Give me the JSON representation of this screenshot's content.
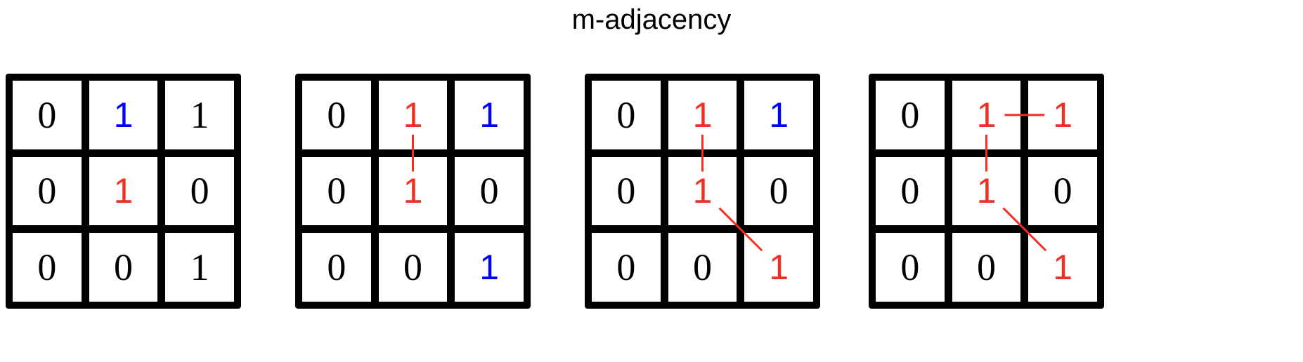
{
  "title": "m-adjacency",
  "colors": {
    "black": "#000000",
    "red": "#ee3124",
    "blue": "#0000ff",
    "background": "#ffffff",
    "grid_line": "#000000"
  },
  "grids": [
    {
      "name": "grid-1",
      "caption": "",
      "cells": [
        {
          "value": "0",
          "color": "black"
        },
        {
          "value": "1",
          "color": "blue"
        },
        {
          "value": "1",
          "color": "black"
        },
        {
          "value": "0",
          "color": "black"
        },
        {
          "value": "1",
          "color": "red"
        },
        {
          "value": "0",
          "color": "black"
        },
        {
          "value": "0",
          "color": "black"
        },
        {
          "value": "0",
          "color": "black"
        },
        {
          "value": "1",
          "color": "black"
        }
      ],
      "connectors": []
    },
    {
      "name": "grid-2",
      "caption": "",
      "cells": [
        {
          "value": "0",
          "color": "black"
        },
        {
          "value": "1",
          "color": "red"
        },
        {
          "value": "1",
          "color": "blue"
        },
        {
          "value": "0",
          "color": "black"
        },
        {
          "value": "1",
          "color": "red"
        },
        {
          "value": "0",
          "color": "black"
        },
        {
          "value": "0",
          "color": "black"
        },
        {
          "value": "0",
          "color": "black"
        },
        {
          "value": "1",
          "color": "blue"
        }
      ],
      "connectors": [
        {
          "name": "vertical-connector-r0c1-to-r1c1",
          "from": [
            0,
            1
          ],
          "to": [
            1,
            1
          ],
          "kind": "vertical"
        }
      ]
    },
    {
      "name": "grid-3",
      "caption": "",
      "cells": [
        {
          "value": "0",
          "color": "black"
        },
        {
          "value": "1",
          "color": "red"
        },
        {
          "value": "1",
          "color": "blue"
        },
        {
          "value": "0",
          "color": "black"
        },
        {
          "value": "1",
          "color": "red"
        },
        {
          "value": "0",
          "color": "black"
        },
        {
          "value": "0",
          "color": "black"
        },
        {
          "value": "0",
          "color": "black"
        },
        {
          "value": "1",
          "color": "red"
        }
      ],
      "connectors": [
        {
          "name": "vertical-connector-r0c1-to-r1c1",
          "from": [
            0,
            1
          ],
          "to": [
            1,
            1
          ],
          "kind": "vertical"
        },
        {
          "name": "diagonal-connector-r1c1-to-r2c2",
          "from": [
            1,
            1
          ],
          "to": [
            2,
            2
          ],
          "kind": "diagonal"
        }
      ]
    },
    {
      "name": "grid-4",
      "caption": "",
      "cells": [
        {
          "value": "0",
          "color": "black"
        },
        {
          "value": "1",
          "color": "red"
        },
        {
          "value": "1",
          "color": "red"
        },
        {
          "value": "0",
          "color": "black"
        },
        {
          "value": "1",
          "color": "red"
        },
        {
          "value": "0",
          "color": "black"
        },
        {
          "value": "0",
          "color": "black"
        },
        {
          "value": "0",
          "color": "black"
        },
        {
          "value": "1",
          "color": "red"
        }
      ],
      "connectors": [
        {
          "name": "horizontal-connector-r0c1-to-r0c2",
          "from": [
            0,
            1
          ],
          "to": [
            0,
            2
          ],
          "kind": "horizontal"
        },
        {
          "name": "vertical-connector-r0c1-to-r1c1",
          "from": [
            0,
            1
          ],
          "to": [
            1,
            1
          ],
          "kind": "vertical"
        },
        {
          "name": "diagonal-connector-r1c1-to-r2c2",
          "from": [
            1,
            1
          ],
          "to": [
            2,
            2
          ],
          "kind": "diagonal"
        }
      ]
    }
  ]
}
